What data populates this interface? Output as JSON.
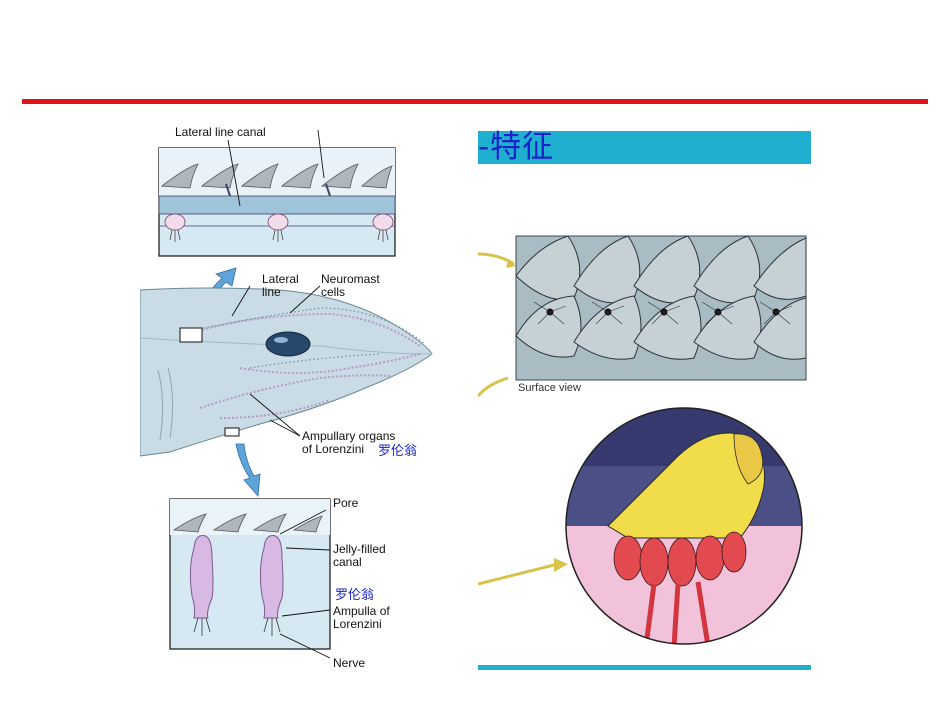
{
  "slide": {
    "banner_title": "-特征",
    "colors": {
      "rule": "#e2141b",
      "banner": "#1fb0cf",
      "chinese_text": "#1a24c8"
    }
  },
  "left_figure": {
    "top_panel": {
      "label": "Lateral line canal"
    },
    "middle_panel": {
      "lateral_line_label": "Lateral\nline",
      "neuromast_label": "Neuromast\ncells",
      "ampullary_label": "Ampullary organs\nof Lorenzini",
      "ampullary_cn": "罗伦翁"
    },
    "bottom_panel": {
      "pore_label": "Pore",
      "jelly_label": "Jelly-filled\ncanal",
      "ampulla_cn": "罗伦翁",
      "ampulla_label": "Ampulla of\nLorenzini",
      "nerve_label": "Nerve"
    }
  },
  "right_figure": {
    "surface_label": "Surface view"
  }
}
